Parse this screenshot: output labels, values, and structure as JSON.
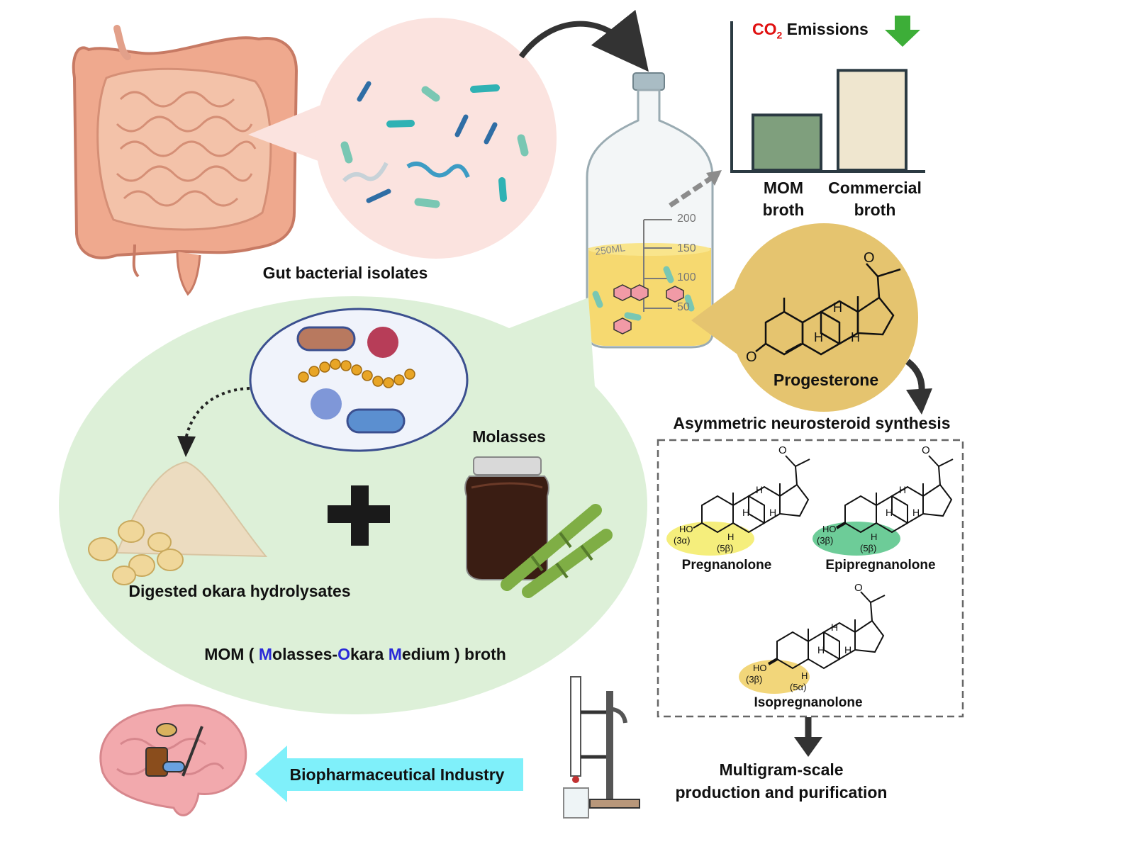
{
  "gut": {
    "label": "Gut bacterial isolates"
  },
  "chart": {
    "title_co": "CO",
    "title_sub": "2",
    "title_rest": " Emissions",
    "categories": [
      "MOM\nbroth",
      "Commercial\nbroth"
    ],
    "cat1_line1": "MOM",
    "cat1_line2": "broth",
    "cat2_line1": "Commercial",
    "cat2_line2": "broth",
    "colors": {
      "mom": "#7f9f7d",
      "commercial": "#efe6cf",
      "title_red": "#e01010",
      "down_arrow": "#3dae38"
    }
  },
  "chart_data": {
    "type": "bar",
    "categories": [
      "MOM broth",
      "Commercial broth"
    ],
    "values": [
      37,
      67
    ],
    "title": "CO2 Emissions",
    "xlabel": "",
    "ylabel": "",
    "ylim": [
      0,
      100
    ]
  },
  "flask": {
    "volume": "250ML",
    "marks": [
      "200",
      "150",
      "100",
      "50"
    ]
  },
  "progesterone": {
    "label": "Progesterone",
    "o_top": "O",
    "o_left": "O",
    "h1": "H",
    "h2": "H",
    "h3": "H"
  },
  "synthesis": {
    "title": "Asymmetric neurosteroid synthesis"
  },
  "products": [
    {
      "name": "Pregnanolone",
      "ho": "HO",
      "pos3": "(3α)",
      "h5": "H",
      "pos5": "(5β)",
      "color": "#f5ee7c"
    },
    {
      "name": "Epipregnanolone",
      "ho": "HO",
      "pos3": "(3β)",
      "h5": "H",
      "pos5": "(5β)",
      "color": "#6dcc98"
    },
    {
      "name": "Isopregnanolone",
      "ho": "HO",
      "pos3": "(3β)",
      "h5": "H",
      "pos5": "(5α)",
      "color": "#f2d67a"
    }
  ],
  "steroid_labels": {
    "o": "O",
    "h": "H"
  },
  "medium": {
    "okara_label": "Digested okara hydrolysates",
    "molasses_label": "Molasses",
    "mom_prefix": "MOM ( ",
    "m1": "M",
    "t1": "olasses-",
    "o1": "O",
    "t2": "kara ",
    "m2": "M",
    "t3": "edium ) broth",
    "highlight_blue": "#2a2ad8",
    "bubble_color": "#ddf0d8"
  },
  "output": {
    "multigram_line1": "Multigram-scale",
    "multigram_line2": "production and purification",
    "industry_label": "Biopharmaceutical Industry",
    "arrow_color": "#7ff0fa"
  }
}
